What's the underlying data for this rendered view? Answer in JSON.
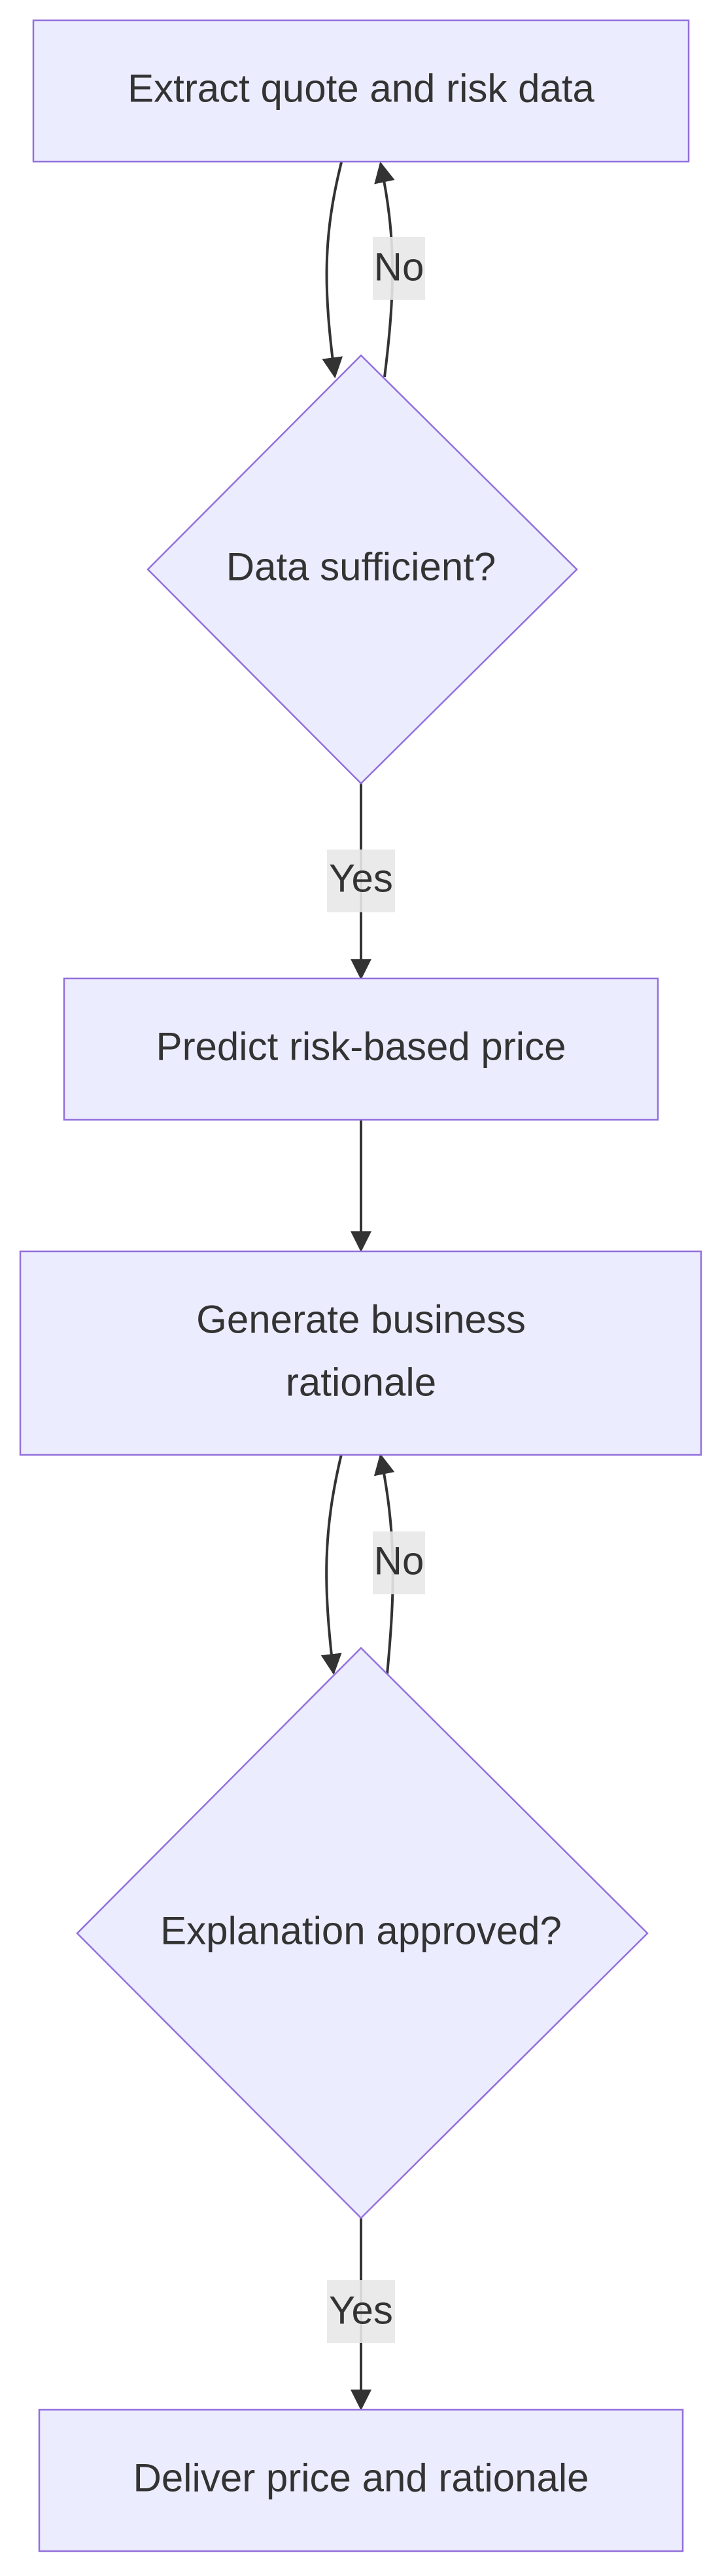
{
  "diagram": {
    "nodes": {
      "extract": {
        "text": "Extract quote and risk data"
      },
      "data_check": {
        "text": "Data sufficient?"
      },
      "predict": {
        "text": "Predict risk-based price"
      },
      "rationale": {
        "line1": "Generate business",
        "line2": "rationale"
      },
      "approval_check": {
        "text": "Explanation approved?"
      },
      "deliver": {
        "text": "Deliver price and rationale"
      }
    },
    "edges": {
      "data_no": {
        "label": "No"
      },
      "data_yes": {
        "label": "Yes"
      },
      "approval_no": {
        "label": "No"
      },
      "approval_yes": {
        "label": "Yes"
      }
    },
    "colors": {
      "node_fill": "#ECECFF",
      "node_stroke": "#9370DB",
      "edge": "#333333",
      "label_bg": "#e8e8e8",
      "text": "#333333"
    }
  }
}
